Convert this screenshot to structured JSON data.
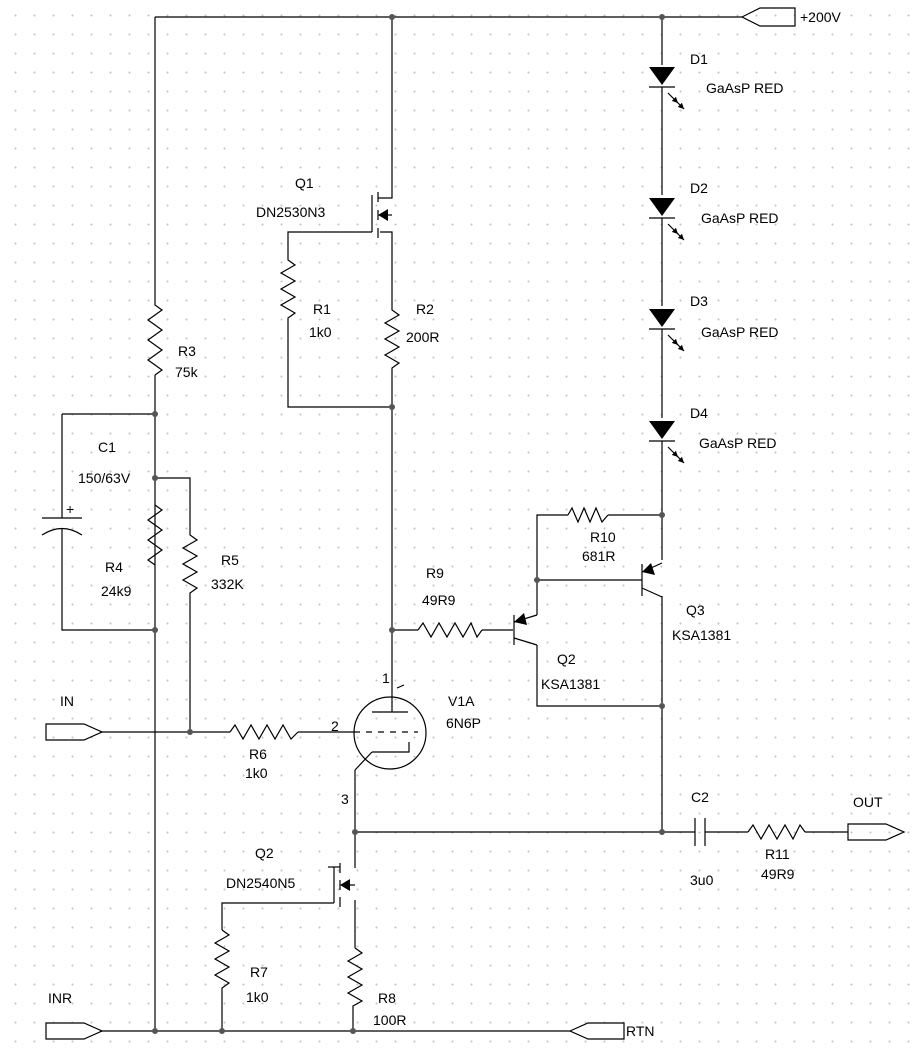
{
  "ports": {
    "supply": "+200V",
    "input": "IN",
    "input_return": "INR",
    "output": "OUT",
    "return": "RTN"
  },
  "components": {
    "q1": {
      "ref": "Q1",
      "part": "DN2530N3"
    },
    "q2_mosfet": {
      "ref": "Q2",
      "part": "DN2540N5"
    },
    "q2_bjt": {
      "ref": "Q2",
      "part": "KSA1381"
    },
    "q3": {
      "ref": "Q3",
      "part": "KSA1381"
    },
    "v1a": {
      "ref": "V1A",
      "part": "6N6P",
      "pin_plate": "1",
      "pin_grid": "2",
      "pin_cathode": "3"
    },
    "r1": {
      "ref": "R1",
      "value": "1k0"
    },
    "r2": {
      "ref": "R2",
      "value": "200R"
    },
    "r3": {
      "ref": "R3",
      "value": "75k"
    },
    "r4": {
      "ref": "R4",
      "value": "24k9"
    },
    "r5": {
      "ref": "R5",
      "value": "332K"
    },
    "r6": {
      "ref": "R6",
      "value": "1k0"
    },
    "r7": {
      "ref": "R7",
      "value": "1k0"
    },
    "r8": {
      "ref": "R8",
      "value": "100R"
    },
    "r9": {
      "ref": "R9",
      "value": "49R9"
    },
    "r10": {
      "ref": "R10",
      "value": "681R"
    },
    "r11": {
      "ref": "R11",
      "value": "49R9"
    },
    "c1": {
      "ref": "C1",
      "value": "150/63V",
      "polarity": "+"
    },
    "c2": {
      "ref": "C2",
      "value": "3u0"
    },
    "d1": {
      "ref": "D1",
      "part": "GaAsP RED"
    },
    "d2": {
      "ref": "D2",
      "part": "GaAsP RED"
    },
    "d3": {
      "ref": "D3",
      "part": "GaAsP RED"
    },
    "d4": {
      "ref": "D4",
      "part": "GaAsP RED"
    }
  }
}
